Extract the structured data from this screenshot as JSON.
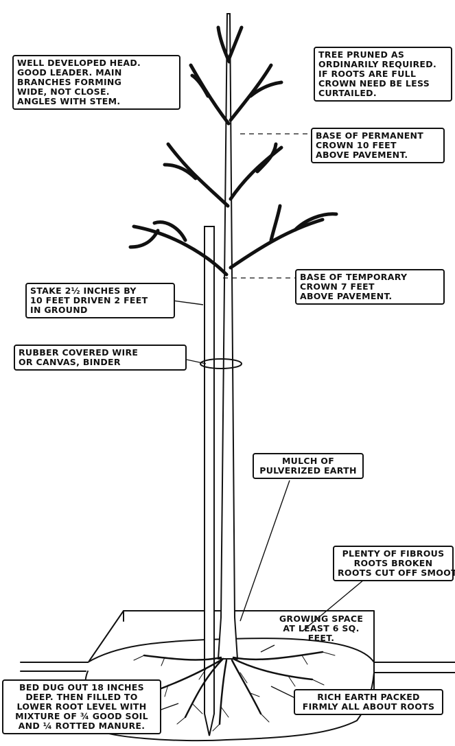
{
  "labels": {
    "head": [
      "WELL DEVELOPED HEAD.",
      "GOOD LEADER. MAIN",
      "BRANCHES FORMING",
      "WIDE, NOT CLOSE.",
      "ANGLES WITH STEM."
    ],
    "pruned": [
      "TREE PRUNED AS",
      "ORDINARILY REQUIRED.",
      "IF ROOTS ARE FULL",
      "CROWN NEED BE LESS",
      "CURTAILED."
    ],
    "permanent": [
      "BASE OF PERMANENT",
      "CROWN 10 FEET",
      "ABOVE PAVEMENT."
    ],
    "temporary": [
      "BASE OF TEMPORARY",
      "CROWN 7 FEET",
      "ABOVE PAVEMENT."
    ],
    "stake": [
      "STAKE 2½ INCHES BY",
      "10 FEET DRIVEN 2 FEET",
      "IN GROUND"
    ],
    "binder": [
      "RUBBER COVERED WIRE",
      "OR CANVAS, BINDER"
    ],
    "mulch": [
      "MULCH OF",
      "PULVERIZED EARTH"
    ],
    "roots": [
      "PLENTY OF FIBROUS",
      "ROOTS BROKEN",
      "ROOTS CUT OFF SMOOTH"
    ],
    "growing": [
      "GROWING SPACE",
      "AT LEAST 6 SQ.",
      "FEET."
    ],
    "bed": [
      "BED DUG OUT 18 INCHES",
      "DEEP. THEN FILLED TO",
      "LOWER ROOT LEVEL WITH",
      "MIXTURE OF ¾ GOOD SOIL",
      "AND ¼ ROTTED MANURE."
    ],
    "rich": [
      "RICH EARTH PACKED",
      "FIRMLY ALL ABOUT ROOTS"
    ]
  }
}
